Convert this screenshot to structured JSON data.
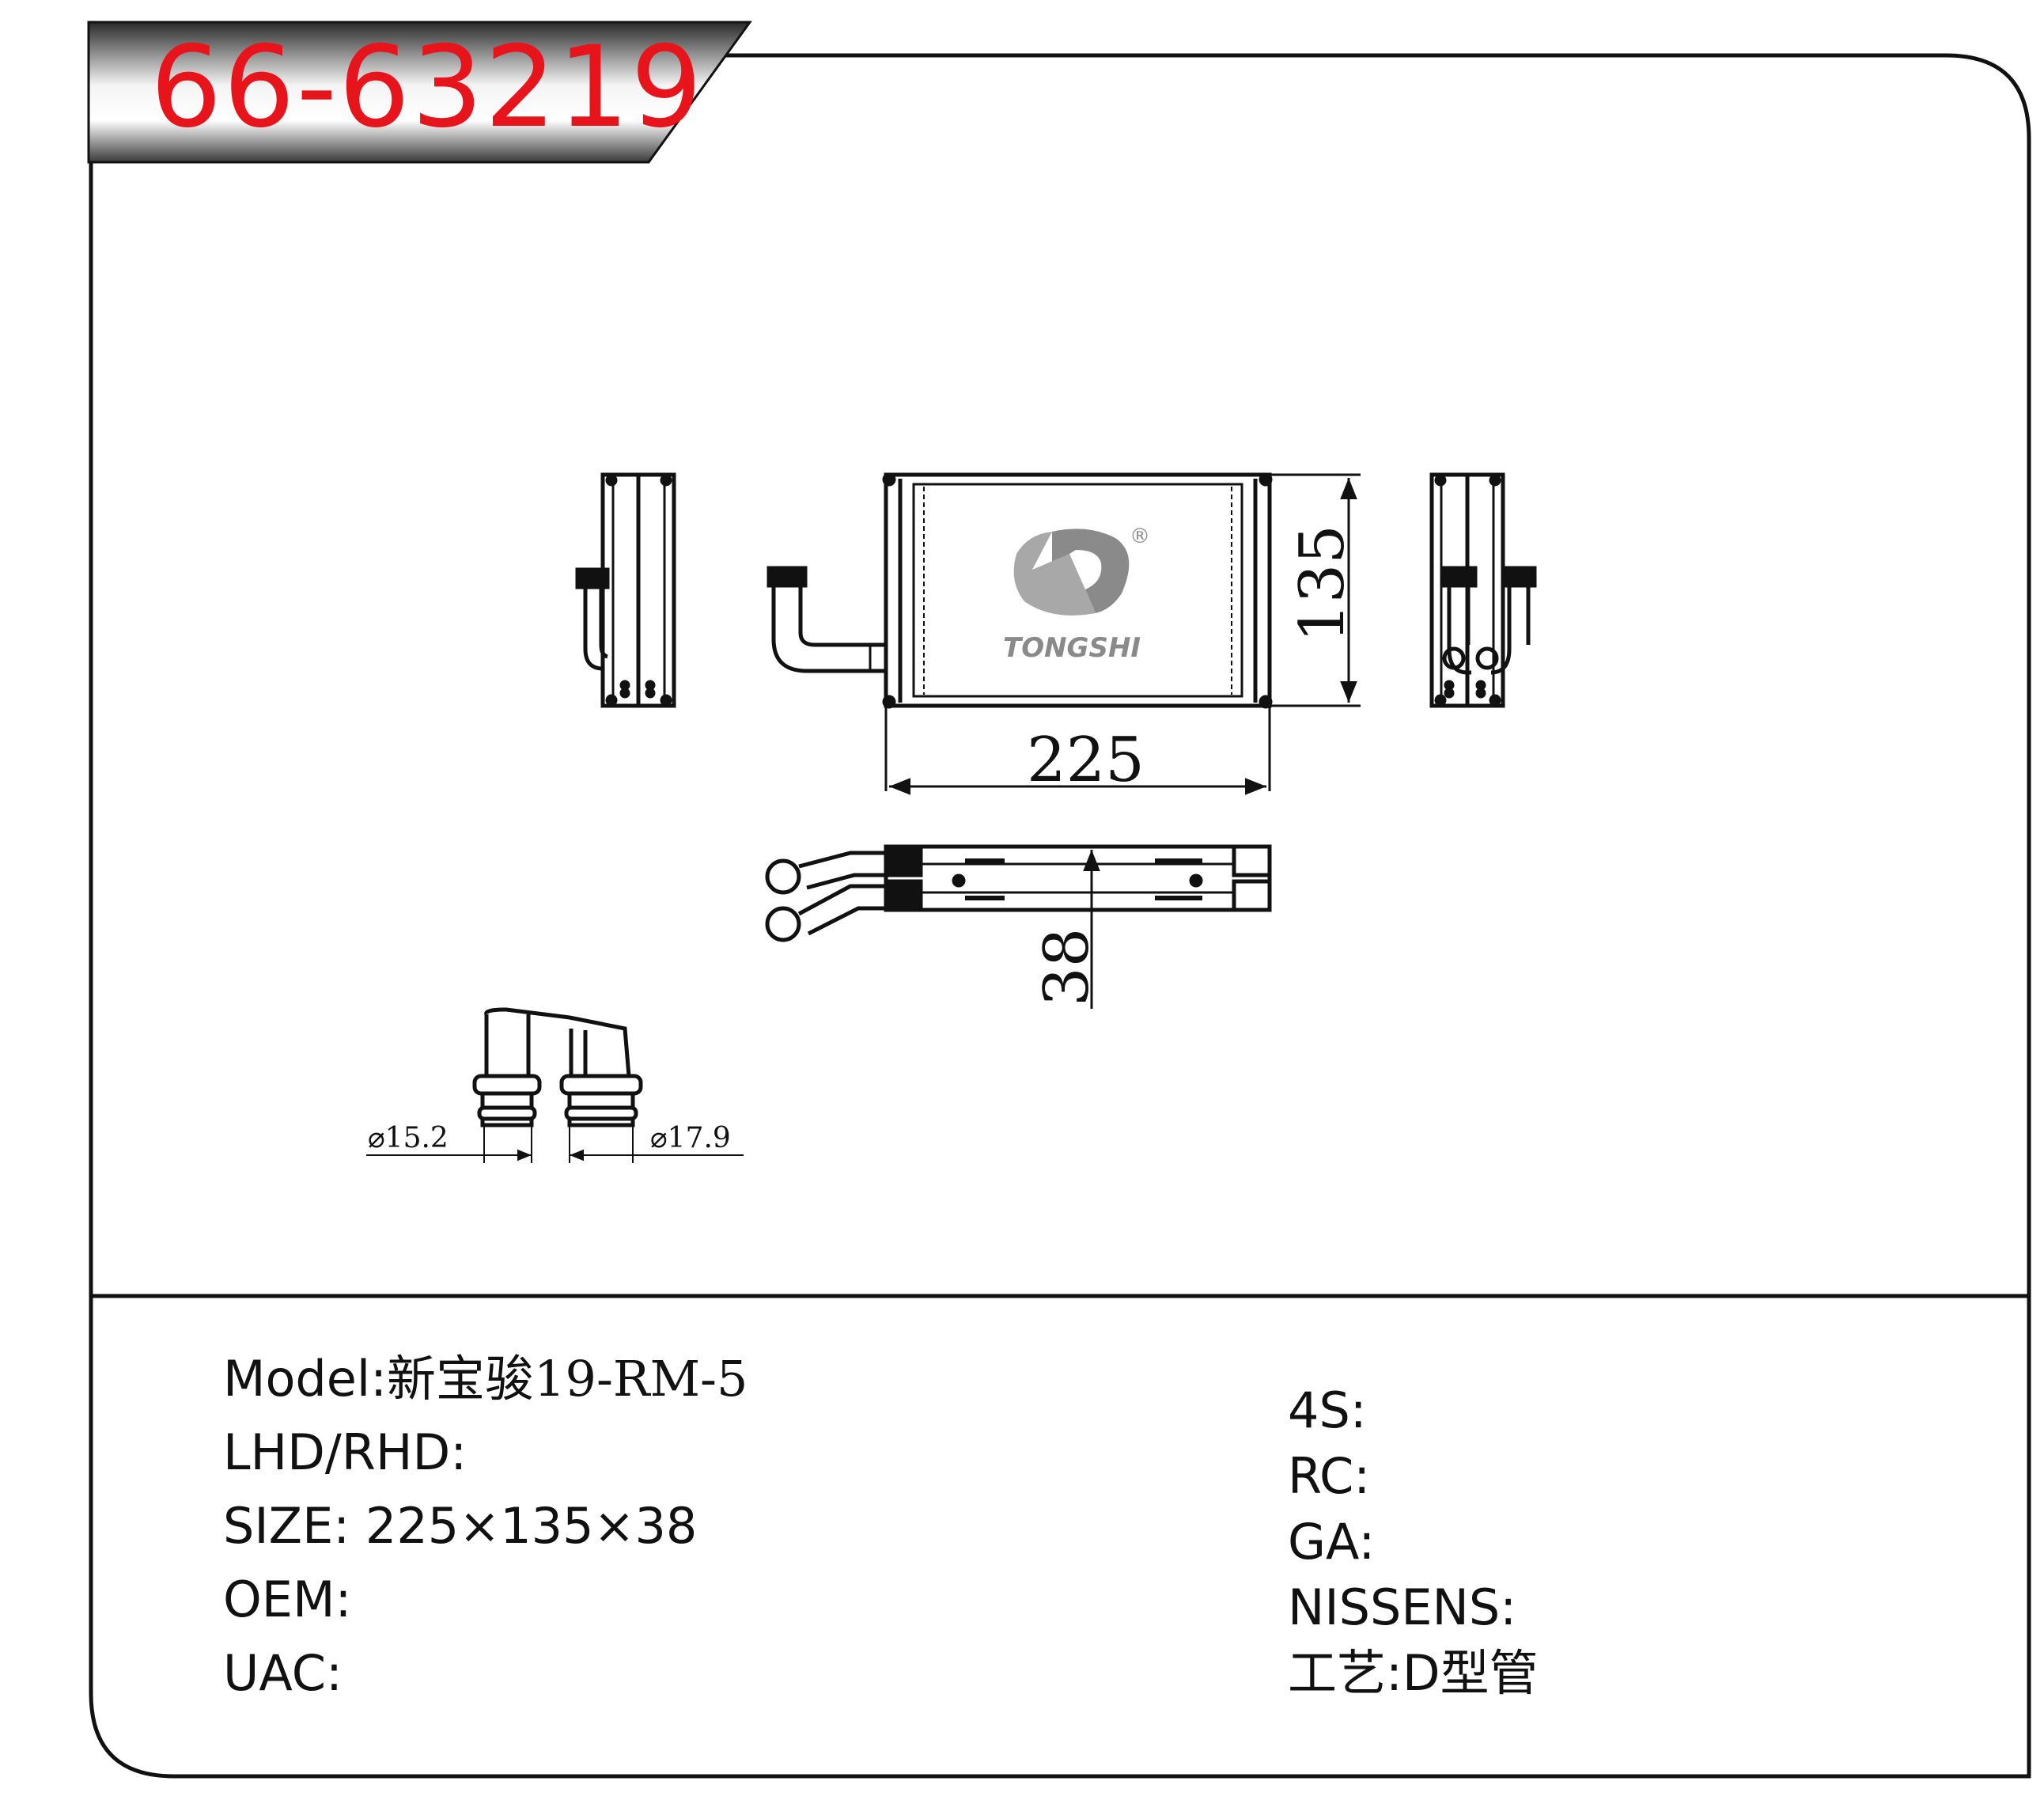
{
  "title": {
    "part_number": "66-63219"
  },
  "brand": {
    "logo_text": "TONGSHI",
    "registered_mark": "®"
  },
  "dimensions": {
    "width": "225",
    "height": "135",
    "depth": "38",
    "pipe_diameter_left": "⌀15.2",
    "pipe_diameter_right": "⌀17.9"
  },
  "specs_left": [
    {
      "label": "Model:",
      "value": "新宝骏19-RM-5"
    },
    {
      "label": "LHD/RHD:",
      "value": ""
    },
    {
      "label": "SIZE:",
      "value": "225×135×38"
    },
    {
      "label": "OEM:",
      "value": ""
    },
    {
      "label": "UAC:",
      "value": ""
    }
  ],
  "specs_right": [
    {
      "label": "4S:",
      "value": ""
    },
    {
      "label": "RC:",
      "value": ""
    },
    {
      "label": "GA:",
      "value": ""
    },
    {
      "label": "NISSENS:",
      "value": ""
    },
    {
      "label": "工艺:",
      "value": "D型管"
    }
  ],
  "colors": {
    "part_number": "#e8141b",
    "line": "#111111",
    "logo": "#8a8a8a"
  }
}
